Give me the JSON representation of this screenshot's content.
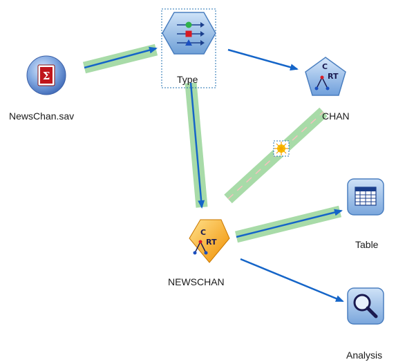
{
  "canvas": {
    "nodes": [
      {
        "id": "newschan_sav",
        "label": "NewsChan.sav",
        "icon": "spss-file-source-icon"
      },
      {
        "id": "type",
        "label": "Type",
        "icon": "type-node-icon"
      },
      {
        "id": "crt_model",
        "label": "CHAN",
        "icon": "crt-model-nugget-icon"
      },
      {
        "id": "crt_builder",
        "label": "NEWSCHAN",
        "icon": "crt-builder-icon"
      },
      {
        "id": "table",
        "label": "Table",
        "icon": "table-icon"
      },
      {
        "id": "analysis",
        "label": "Analysis",
        "icon": "magnifier-icon"
      }
    ],
    "model_link_icon": "sparkle-icon"
  },
  "colors": {
    "link_arrow": "#1565c8",
    "link_highlight": "#a8dba8",
    "selection_border": "#1f6fb0",
    "type_node_fill": "#7fb2e6",
    "crt_pentagon_fill": "#8bb6e8",
    "crt_diamond_fill": "#f5a21a",
    "source_fill": "#6f97d6",
    "table_fill": "#8fb8e6",
    "analysis_fill": "#8fb8e6",
    "sparkle": "#f6c400"
  }
}
